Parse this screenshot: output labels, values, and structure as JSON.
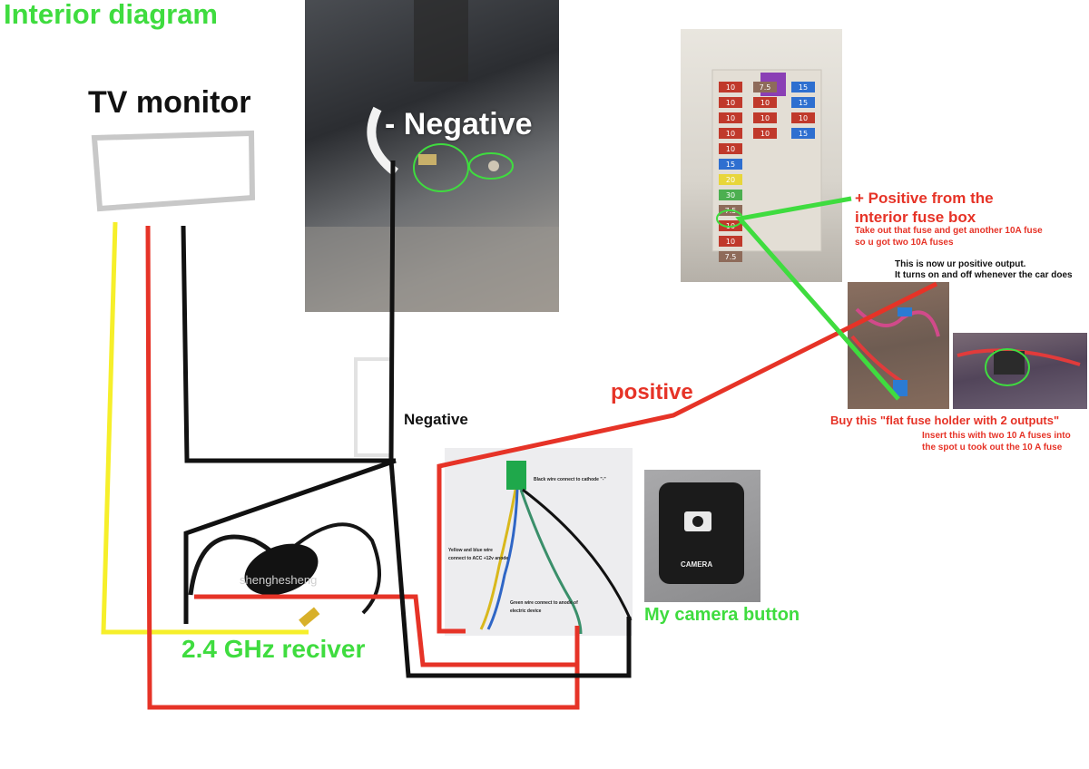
{
  "title": "Interior diagram",
  "tv_monitor_label": "TV monitor",
  "negative_photo_label": "- Negative",
  "negative_label": "Negative",
  "positive_label": "positive",
  "fuse_box": {
    "line1": "+ Positive from the",
    "line2": "interior fuse box",
    "note1": "Take out that fuse and get another 10A fuse",
    "note2": "so u got two 10A fuses",
    "fuse_values": [
      "10",
      "10",
      "10",
      "10",
      "10",
      "15",
      "20",
      "30",
      "7.5",
      "10",
      "10",
      "7.5",
      "7.5",
      "10",
      "10",
      "10",
      "15",
      "15",
      "10",
      "15"
    ]
  },
  "positive_output": {
    "line1": "This is now ur positive output.",
    "line2": "It turns on and off whenever the car does"
  },
  "fuse_holder": {
    "buy": "Buy this \"flat fuse holder with 2 outputs\"",
    "insert1": "Insert this with two 10 A fuses into",
    "insert2": "the spot u took out the 10 A fuse"
  },
  "wire_notes": {
    "black": "Black wire connect to cathode \"-\"",
    "yellow_blue1": "Yellow and blue wire",
    "yellow_blue2": "connect to ACC +12v anode",
    "green1": "Green wire connect to anode of",
    "green2": "electric device"
  },
  "camera_button_text": "CAMERA",
  "camera_button_label": "My camera button",
  "receiver_watermark": "shenghesheng",
  "receiver_label": "2.4 GHz reciver",
  "colors": {
    "green_text": "#3fdc3f",
    "red_wire": "#e63327",
    "yellow_wire": "#f6ef2a",
    "black_wire": "#111111",
    "green_wire": "#3fdc3f"
  }
}
